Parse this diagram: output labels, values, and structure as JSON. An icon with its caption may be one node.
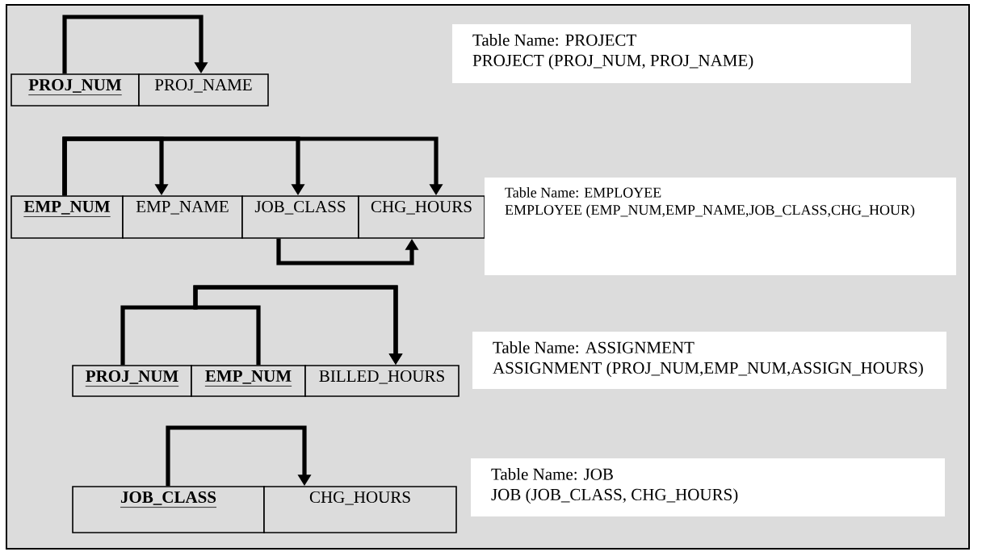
{
  "diagram": {
    "nodes": [
      {
        "text": [
          "PROJ_NUM"
        ]
      },
      {
        "text": [
          "PROJ_NAME"
        ]
      },
      {
        "text": [
          "Table Name: PROJECT",
          "PROJECT (PROJ_NUM, PROJ_NAME)"
        ]
      },
      {
        "text": [
          "EMP_NUM"
        ]
      },
      {
        "text": [
          "EMP_NAME"
        ]
      },
      {
        "text": [
          "JOB_CLASS"
        ]
      },
      {
        "text": [
          "CHG_HOURS"
        ]
      },
      {
        "text": [
          "Table Name: EMPLOYEE",
          "EMPLOYEE (EMP_NUM,EMP_NAME,JOB_CLASS,CHG_HOUR)"
        ]
      },
      {
        "text": [
          "PROJ_NUM"
        ]
      },
      {
        "text": [
          "EMP_NUM"
        ]
      },
      {
        "text": [
          "BILLED_HOURS"
        ]
      },
      {
        "text": [
          "Table Name: ASSIGNMENT",
          "ASSIGNMENT (PROJ_NUM,EMP_NUM,ASSIGN_HOURS)"
        ]
      },
      {
        "text": [
          "JOB_CLASS"
        ]
      },
      {
        "text": [
          "CHG_HOURS"
        ]
      },
      {
        "text": [
          "Table Name: JOB",
          "JOB (JOB_CLASS, CHG_HOURS)"
        ]
      }
    ],
    "edges": [
      {
        "from": 0,
        "to": 1,
        "arrow": "to"
      },
      {
        "from": 3,
        "to": 4,
        "arrow": "to"
      },
      {
        "from": 3,
        "to": 5,
        "arrow": "to"
      },
      {
        "from": 3,
        "to": 6,
        "arrow": "to"
      },
      {
        "from": 5,
        "to": 6,
        "arrow": "to"
      },
      {
        "from": 8,
        "to": 10,
        "arrow": "to"
      },
      {
        "from": 9,
        "to": 10,
        "arrow": "to"
      },
      {
        "from": 12,
        "to": 13,
        "arrow": "to"
      }
    ]
  }
}
